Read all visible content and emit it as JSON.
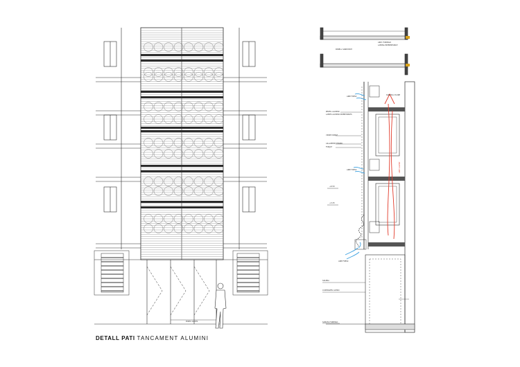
{
  "caption": {
    "title": "DETALL PATI",
    "subtitle": "TANCAMENT ALUMINI"
  },
  "section_labels": {
    "top_slab_note_1": "ARM. FORMIGO",
    "top_slab_note_2": "LAMINA IMPERMEABLE",
    "roof_note": "PANELL SANDWICH",
    "air_out": "SORTIDA D'AIRE",
    "air_fresh_1": "AIRE FRESC",
    "air_fresh_2": "AIRE FRESC",
    "air_fresh_3": "AIRE FRESC",
    "hot_air": "AIRE CALENT",
    "frame_note": "PERFIL ALUMINI",
    "lamella_note": "LAMES ALUMINI ORIENTABLES",
    "glass_note": "VIDRE DOBLE",
    "insulation_note": "AILLAMENT TERMIC",
    "slab_note": "FORJAT",
    "base_note": "SOLERA",
    "counter_note": "CONTRAPES ACERO",
    "foundation_note": "SABATA FORMIGO",
    "level_1": "+6.50",
    "level_2": "+3.25"
  },
  "elevation_labels": {
    "door_note": "PORTA ACCES"
  },
  "colors": {
    "line": "#2b2b2b",
    "air_blue": "#3aa0e0",
    "air_red": "#e23a2a",
    "accent": "#d9a21b"
  }
}
